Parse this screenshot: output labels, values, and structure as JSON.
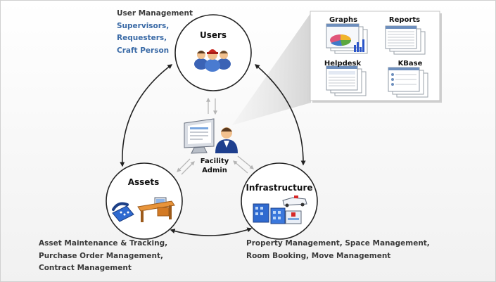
{
  "nodes": {
    "users": {
      "label": "Users"
    },
    "assets": {
      "label": "Assets"
    },
    "infrastructure": {
      "label": "Infrastructure"
    },
    "facility_admin": {
      "line1": "Facility",
      "line2": "Admin"
    }
  },
  "users_features": {
    "heading": "User Management",
    "items": [
      "Supervisors,",
      "Requesters,",
      "Craft Person"
    ]
  },
  "assets_features": [
    "Asset Maintenance & Tracking,",
    "Purchase Order Management,",
    "Contract Management"
  ],
  "infrastructure_features": [
    "Property Management, Space Management,",
    "Room Booking, Move Management"
  ],
  "modules": {
    "graphs": "Graphs",
    "reports": "Reports",
    "helpdesk": "Helpdesk",
    "kbase": "KBase"
  },
  "colors": {
    "heading_text": "#3a3a3a",
    "accent_text": "#3a6aa6",
    "ring": "#222222",
    "light_arrow": "#b8b8b8"
  }
}
